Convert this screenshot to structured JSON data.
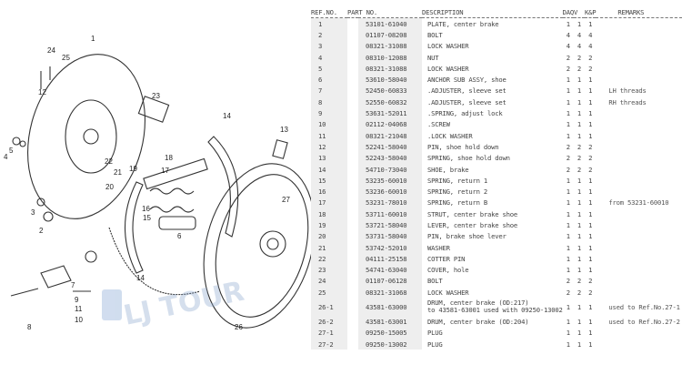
{
  "table": {
    "headers": {
      "ref": "REF.NO.",
      "part": "PART NO.",
      "desc": "DESCRIPTION",
      "daq": "DAQ",
      "v": "V",
      "kp": "K&P",
      "remarks": "REMARKS"
    },
    "rows": [
      {
        "ref": "1",
        "part": "53101-61040",
        "desc": "PLATE, center brake",
        "daq": "1",
        "v": "1",
        "kp": "1",
        "remarks": ""
      },
      {
        "ref": "2",
        "part": "01107-08208",
        "desc": "BOLT",
        "daq": "4",
        "v": "4",
        "kp": "4",
        "remarks": ""
      },
      {
        "ref": "3",
        "part": "08321-31088",
        "desc": "LOCK WASHER",
        "daq": "4",
        "v": "4",
        "kp": "4",
        "remarks": ""
      },
      {
        "ref": "4",
        "part": "08310-12088",
        "desc": "NUT",
        "daq": "2",
        "v": "2",
        "kp": "2",
        "remarks": ""
      },
      {
        "ref": "5",
        "part": "08321-31088",
        "desc": "LOCK WASHER",
        "daq": "2",
        "v": "2",
        "kp": "2",
        "remarks": ""
      },
      {
        "ref": "6",
        "part": "53610-58040",
        "desc": "ANCHOR SUB ASSY, shoe",
        "daq": "1",
        "v": "1",
        "kp": "1",
        "remarks": ""
      },
      {
        "ref": "7",
        "part": "52450-60833",
        "desc": ".ADJUSTER, sleeve set",
        "daq": "1",
        "v": "1",
        "kp": "1",
        "remarks": "LH threads"
      },
      {
        "ref": "8",
        "part": "52550-60832",
        "desc": ".ADJUSTER, sleeve set",
        "daq": "1",
        "v": "1",
        "kp": "1",
        "remarks": "RH threads"
      },
      {
        "ref": "9",
        "part": "53631-52011",
        "desc": ".SPRING, adjust lock",
        "daq": "1",
        "v": "1",
        "kp": "1",
        "remarks": ""
      },
      {
        "ref": "10",
        "part": "02112-04068",
        "desc": ".SCREW",
        "daq": "1",
        "v": "1",
        "kp": "1",
        "remarks": ""
      },
      {
        "ref": "11",
        "part": "08321-21048",
        "desc": ".LOCK WASHER",
        "daq": "1",
        "v": "1",
        "kp": "1",
        "remarks": ""
      },
      {
        "ref": "12",
        "part": "52241-58040",
        "desc": "PIN, shoe hold down",
        "daq": "2",
        "v": "2",
        "kp": "2",
        "remarks": ""
      },
      {
        "ref": "13",
        "part": "52243-58040",
        "desc": "SPRING, shoe hold down",
        "daq": "2",
        "v": "2",
        "kp": "2",
        "remarks": ""
      },
      {
        "ref": "14",
        "part": "54710-73040",
        "desc": "SHOE, brake",
        "daq": "2",
        "v": "2",
        "kp": "2",
        "remarks": ""
      },
      {
        "ref": "15",
        "part": "53235-60010",
        "desc": "SPRING, return 1",
        "daq": "1",
        "v": "1",
        "kp": "1",
        "remarks": ""
      },
      {
        "ref": "16",
        "part": "53236-60010",
        "desc": "SPRING, return 2",
        "daq": "1",
        "v": "1",
        "kp": "1",
        "remarks": ""
      },
      {
        "ref": "17",
        "part": "53231-78010",
        "desc": "SPRING, return B",
        "daq": "1",
        "v": "1",
        "kp": "1",
        "remarks": "from 53231-60010"
      },
      {
        "ref": "18",
        "part": "53711-60010",
        "desc": "STRUT, center brake shoe",
        "daq": "1",
        "v": "1",
        "kp": "1",
        "remarks": ""
      },
      {
        "ref": "19",
        "part": "53721-58040",
        "desc": "LEVER, center brake shoe",
        "daq": "1",
        "v": "1",
        "kp": "1",
        "remarks": ""
      },
      {
        "ref": "20",
        "part": "53731-58040",
        "desc": "PIN, brake shoe lever",
        "daq": "1",
        "v": "1",
        "kp": "1",
        "remarks": ""
      },
      {
        "ref": "21",
        "part": "53742-52010",
        "desc": "WASHER",
        "daq": "1",
        "v": "1",
        "kp": "1",
        "remarks": ""
      },
      {
        "ref": "22",
        "part": "04111-25158",
        "desc": "COTTER PIN",
        "daq": "1",
        "v": "1",
        "kp": "1",
        "remarks": ""
      },
      {
        "ref": "23",
        "part": "54741-63040",
        "desc": "COVER, hole",
        "daq": "1",
        "v": "1",
        "kp": "1",
        "remarks": ""
      },
      {
        "ref": "24",
        "part": "01107-06128",
        "desc": "BOLT",
        "daq": "2",
        "v": "2",
        "kp": "2",
        "remarks": ""
      },
      {
        "ref": "25",
        "part": "08321-31068",
        "desc": "LOCK WASHER",
        "daq": "2",
        "v": "2",
        "kp": "2",
        "remarks": ""
      },
      {
        "ref": "26-1",
        "part": "43581-63000",
        "desc": "DRUM, center brake (OD:217)",
        "desc2": "to 43581-63001 used with 09250-13002",
        "daq": "1",
        "v": "1",
        "kp": "1",
        "remarks": "used to Ref.No.27-1"
      },
      {
        "ref": "26-2",
        "part": "43581-63001",
        "desc": "DRUM, center brake (OD:204)",
        "daq": "1",
        "v": "1",
        "kp": "1",
        "remarks": "used to Ref.No.27-2"
      },
      {
        "ref": "27-1",
        "part": "09250-15005",
        "desc": "PLUG",
        "daq": "1",
        "v": "1",
        "kp": "1",
        "remarks": ""
      },
      {
        "ref": "27-2",
        "part": "09250-13002",
        "desc": "PLUG",
        "daq": "1",
        "v": "1",
        "kp": "1",
        "remarks": ""
      }
    ]
  },
  "diagram": {
    "callouts": [
      "24",
      "25",
      "12",
      "23",
      "1",
      "5",
      "4",
      "22",
      "21",
      "19",
      "20",
      "3",
      "2",
      "18",
      "17",
      "16",
      "15",
      "14",
      "14",
      "13",
      "6",
      "27",
      "7",
      "9",
      "11",
      "10",
      "8",
      "26"
    ],
    "watermark": "LJ TOUR"
  }
}
